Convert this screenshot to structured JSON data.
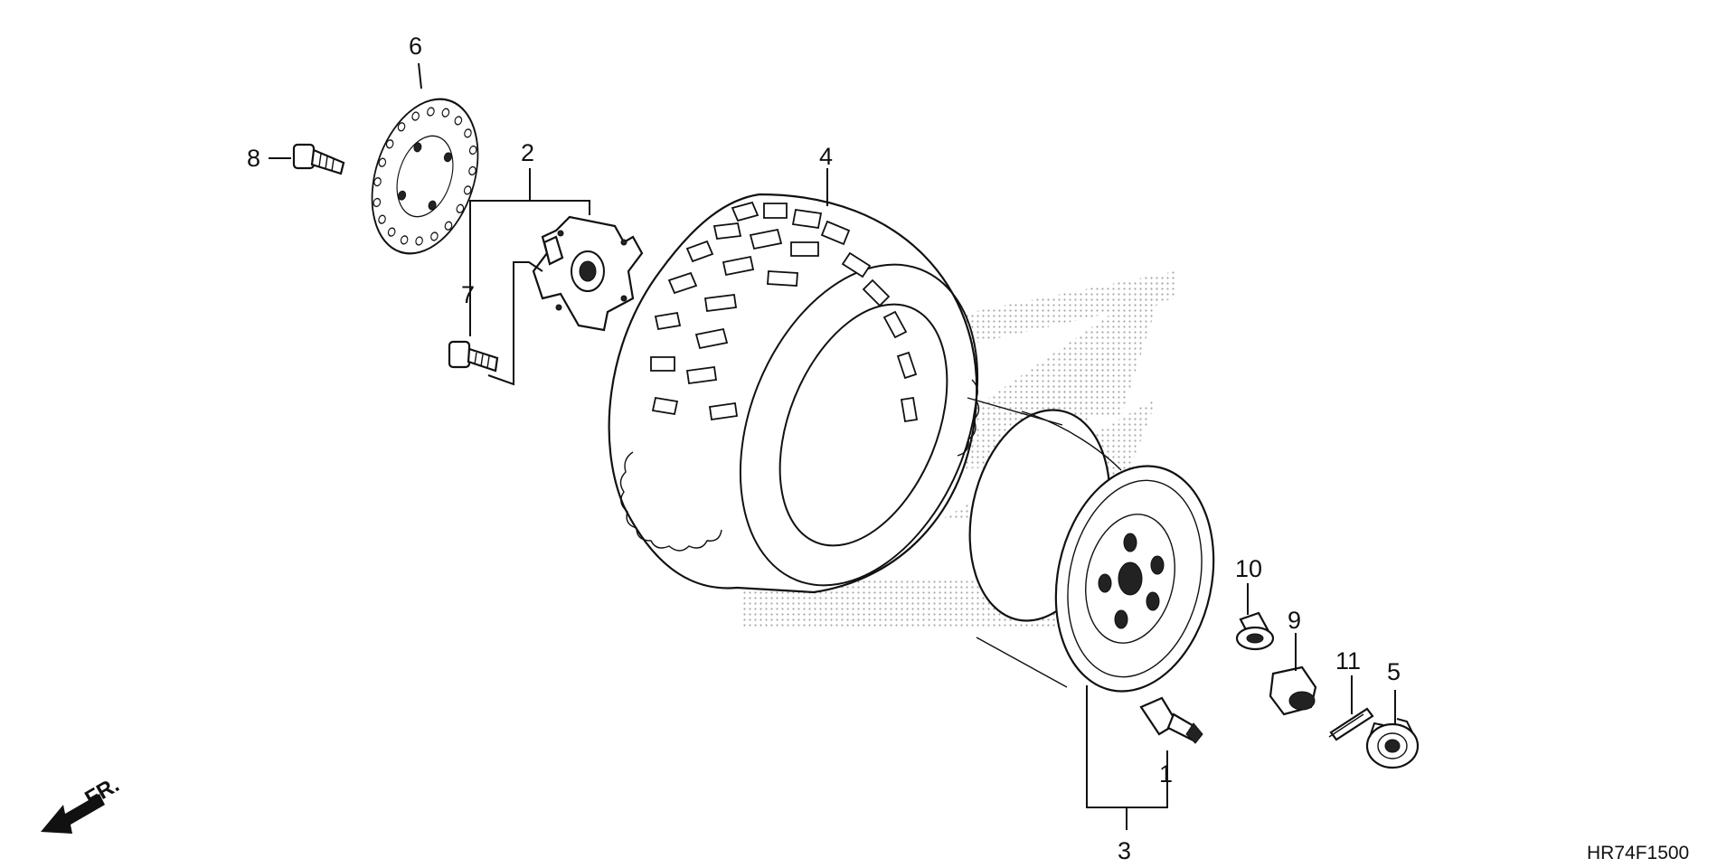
{
  "diagram_code": "HR74F1500",
  "direction_label": "FR.",
  "callouts": [
    {
      "id": "1",
      "text": "1"
    },
    {
      "id": "2",
      "text": "2"
    },
    {
      "id": "3",
      "text": "3"
    },
    {
      "id": "4",
      "text": "4"
    },
    {
      "id": "5",
      "text": "5"
    },
    {
      "id": "6",
      "text": "6"
    },
    {
      "id": "7",
      "text": "7"
    },
    {
      "id": "8",
      "text": "8"
    },
    {
      "id": "9",
      "text": "9"
    },
    {
      "id": "10",
      "text": "10"
    },
    {
      "id": "11",
      "text": "11"
    }
  ]
}
